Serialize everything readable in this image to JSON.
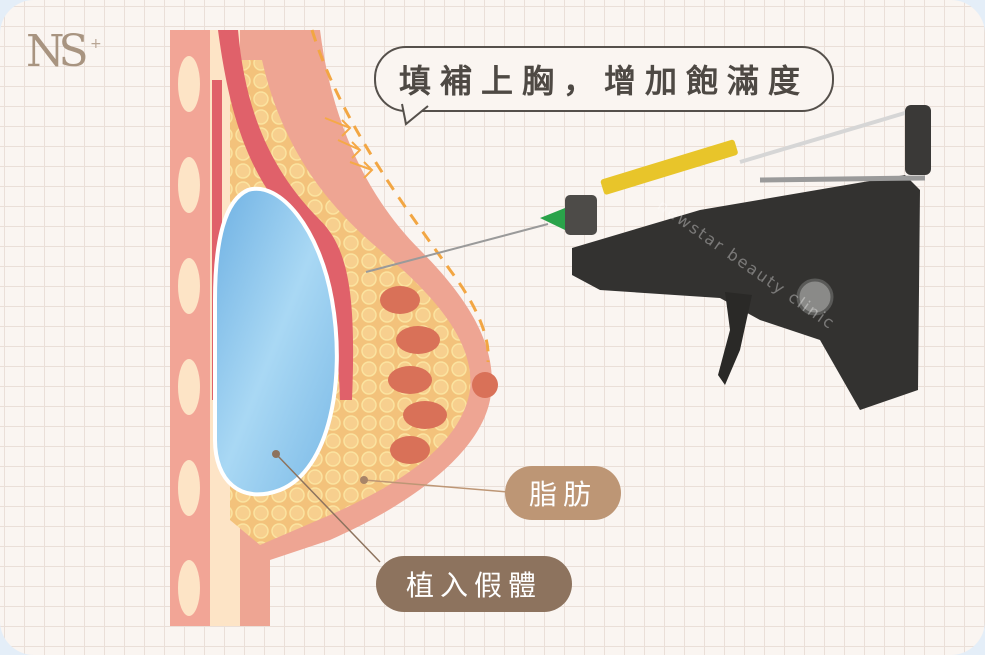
{
  "logo": {
    "text": "NS",
    "superscript": "+"
  },
  "callout": {
    "text": "填補上胸，增加飽滿度"
  },
  "labels": {
    "fat": "脂肪",
    "implant": "植入假體"
  },
  "watermark": "newstar beauty clinic",
  "illustration": {
    "subject": "breast-cross-section",
    "device": "fat-injection-gun",
    "colors": {
      "skin": "#f0a899",
      "muscle": "#e0616a",
      "implant": "#8ec8ee",
      "fat": "#f4c27a",
      "gland": "#d97158",
      "dashed_contour": "#f2a643",
      "fat_label_bg": "#bd9675",
      "implant_label_bg": "#8d735e"
    }
  }
}
